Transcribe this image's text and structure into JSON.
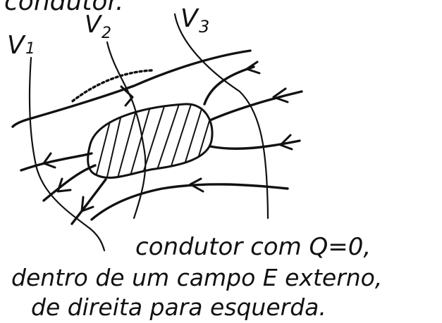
{
  "header_fragment": "condutor.",
  "labels": {
    "v1": "V",
    "v1_sub": "1",
    "v2": "V",
    "v2_sub": "2",
    "v3": "V",
    "v3_sub": "3"
  },
  "caption": {
    "line1": "condutor com Q=0,",
    "line2": "dentro de um campo E externo,",
    "line3": "de direita para esquerda."
  },
  "colors": {
    "ink": "#111111",
    "background": "#ffffff"
  }
}
